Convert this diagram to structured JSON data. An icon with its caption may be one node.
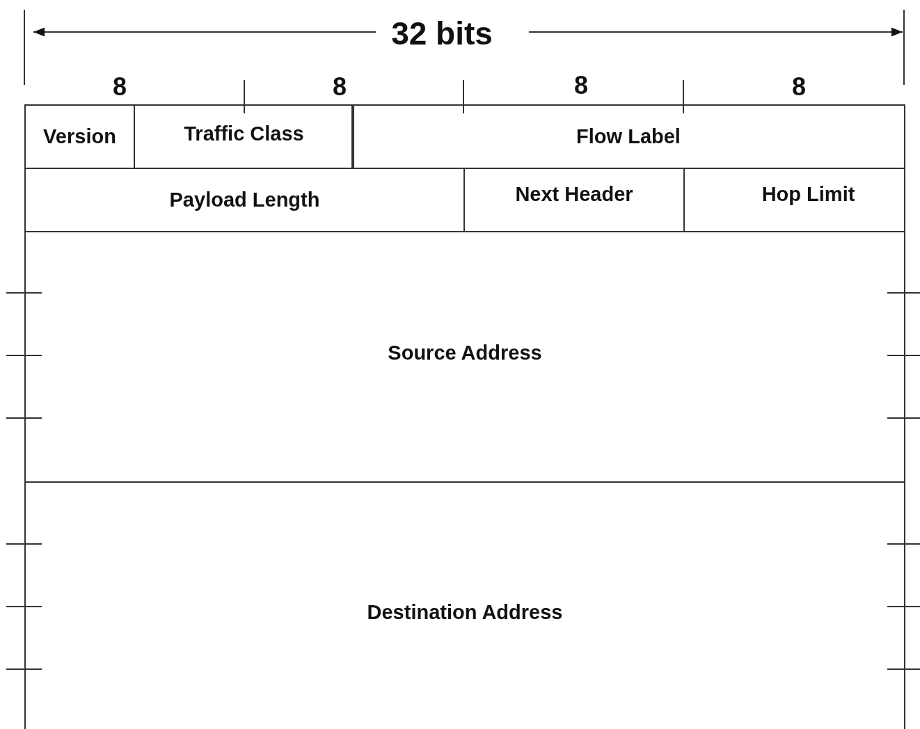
{
  "diagram": {
    "nodes": [
      {
        "text": [
          "Version"
        ]
      },
      {
        "text": [
          "Traffic Class"
        ]
      },
      {
        "text": [
          "Flow Label"
        ]
      },
      {
        "text": [
          "Payload Length"
        ]
      },
      {
        "text": [
          "Next Header"
        ]
      },
      {
        "text": [
          "Hop Limit"
        ]
      },
      {
        "text": [
          "Source Address"
        ]
      },
      {
        "text": [
          "Destination Address"
        ]
      }
    ],
    "edges": [],
    "labels": [
      "32 bits",
      "8",
      "8",
      "8",
      "8"
    ]
  }
}
